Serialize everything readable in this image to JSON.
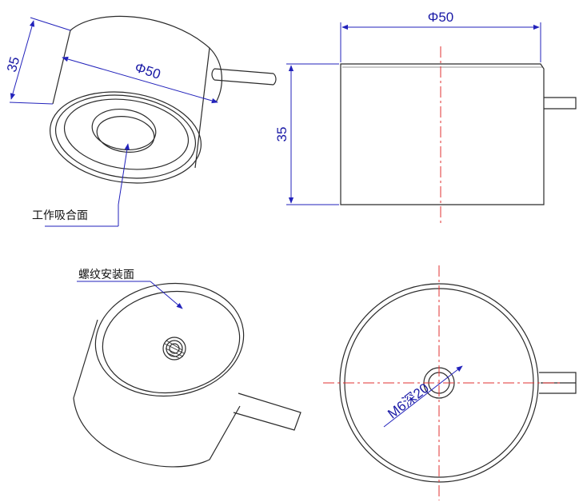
{
  "colors": {
    "outline": "#2a2a2a",
    "dimension": "#2222bb",
    "centerline": "#e03030",
    "annotation_text": "#111111"
  },
  "annotations": {
    "working_face": "工作吸合面",
    "mounting_face": "螺纹安装面"
  },
  "dimensions": {
    "iso_height": "35",
    "iso_diameter": "Φ50",
    "front_diameter": "Φ50",
    "front_height": "35",
    "thread": "M6深20"
  }
}
